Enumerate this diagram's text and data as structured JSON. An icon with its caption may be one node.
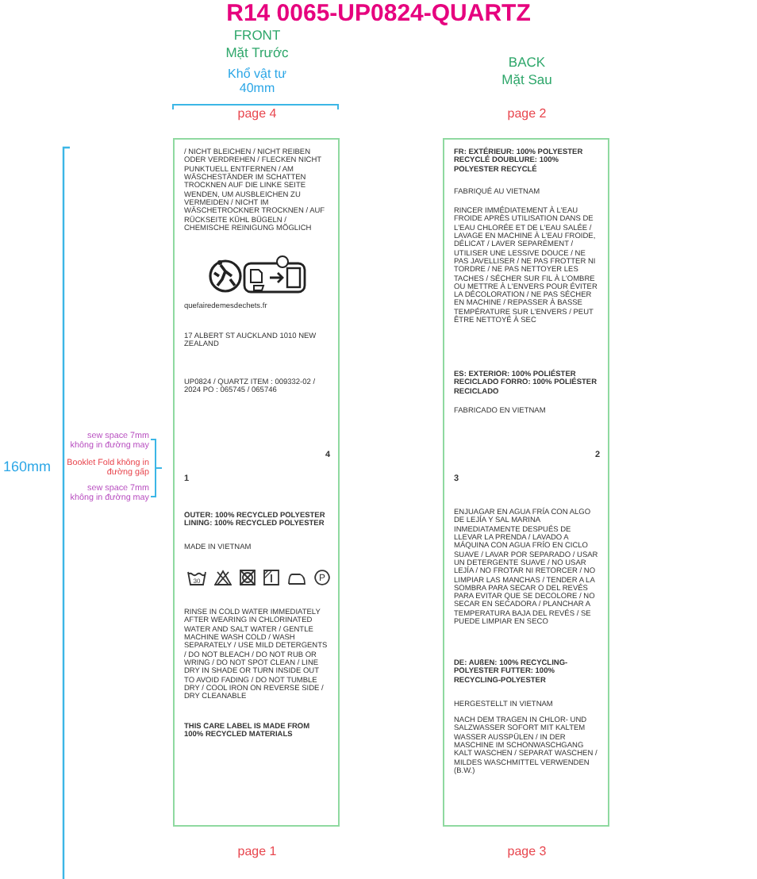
{
  "diagram": {
    "title": "R14 0065-UP0824-QUARTZ",
    "nodes": [
      {
        "text": [
          "/ NICHT BLEICHEN / NICHT REIBEN ODER VERDREHEN / FLECKEN NICHT PUNKTUELL ENTFERNEN / AM WÄSCHESTÄNDER IM SCHATTEN TROCKNEN AUF DIE LINKE SEITE WENDEN, UM AUSBLEICHEN ZU VERMEIDEN / NICHT IM WÄSCHETROCKNER TROCKNEN / AUF RÜCKSEITE KÜHL BÜGELN / CHEMISCHE REINIGUNG MÖGLICH",
          "quefairedemesdechets.fr",
          "17 ALBERT ST AUCKLAND 1010 NEW ZEALAND",
          "UP0824 / QUARTZ ITEM : 009332-02 / 2024 PO : 065745 / 065746",
          "4",
          "1",
          "OUTER: 100% RECYCLED POLYESTER LINING: 100% RECYCLED POLYESTER",
          "MADE IN VIETNAM",
          "RINSE IN COLD WATER IMMEDIATELY AFTER WEARING IN CHLORINATED WATER AND SALT WATER / GENTLE MACHINE WASH COLD / WASH SEPARATELY / USE MILD DETERGENTS / DO NOT BLEACH / DO NOT RUB OR WRING / DO NOT SPOT CLEAN / LINE DRY IN SHADE OR TURN INSIDE OUT TO AVOID FADING / DO NOT TUMBLE DRY / COOL IRON ON REVERSE SIDE / DRY CLEANABLE",
          "THIS CARE LABEL IS MADE FROM 100% RECYCLED MATERIALS"
        ]
      },
      {
        "text": [
          "FR: EXTÉRIEUR: 100% POLYESTER RECYCLÉ DOUBLURE: 100% POLYESTER RECYCLÉ",
          "FABRIQUÉ AU VIETNAM",
          "RINCER IMMÉDIATEMENT À L'EAU FROIDE APRÈS UTILISATION DANS DE L'EAU CHLORÉE ET DE L'EAU SALÉE / LAVAGE EN MACHINE À L'EAU FROIDE, DÉLICAT / LAVER SEPARÉMENT / UTILISER UNE LESSIVE DOUCE / NE PAS JAVELLISER / NE PAS FROTTER NI TORDRE / NE PAS NETTOYER LES TACHES / SÉCHER SUR FIL À L'OMBRE OU METTRE À L'ENVERS POUR ÉVITER LA DÉCOLORATION / NE PAS SÉCHER EN MACHINE / REPASSER À BASSE TEMPÉRATURE SUR L'ENVERS / PEUT ÊTRE NETTOYÉ À SEC",
          "ES: EXTERIOR: 100% POLIÉSTER RECICLADO FORRO: 100% POLIÉSTER RECICLADO",
          "FABRICADO EN VIETNAM",
          "2",
          "3",
          "ENJUAGAR EN AGUA FRÍA CON ALGO DE LEJÍA Y SAL MARINA INMEDIATAMENTE DESPUÉS DE LLEVAR LA PRENDA / LAVADO A MÁQUINA CON AGUA FRÍO EN CICLO SUAVE / LAVAR POR SEPARADO / USAR UN DETERGENTE SUAVE / NO USAR LEJÍA / NO FROTAR NI RETORCER / NO LIMPIAR LAS MANCHAS / TENDER A LA SOMBRA PARA SECAR O DEL REVÉS PARA EVITAR QUE SE DECOLORE / NO SECAR EN SECADORA / PLANCHAR A TEMPERATURA BAJA DEL REVÉS / SE PUEDE LIMPIAR EN SECO",
          "DE: AUßEN: 100% RECYCLING-POLYESTER FUTTER: 100% RECYCLING-POLYESTER",
          "HERGESTELLT IN VIETNAM",
          "NACH DEM TRAGEN IN CHLOR- UND SALZWASSER SOFORT MIT KALTEM WASSER AUSSPÜLEN / IN DER MASCHINE IM SCHONWASCHGANG KALT WASCHEN / SEPARAT WASCHEN / MILDES WASCHMITTEL VERWENDEN (B.W.)"
        ]
      }
    ],
    "labels": [
      "FRONT",
      "Mặt Trước",
      "Khổ vật tư 40mm",
      "page 4",
      "BACK",
      "Mặt Sau",
      "page 2",
      "160mm",
      "sew space 7mm không in đường may",
      "Booklet Fold không in đường gấp",
      "sew space 7mm không in đường may",
      "30",
      "P",
      "page 1",
      "page 3"
    ]
  }
}
